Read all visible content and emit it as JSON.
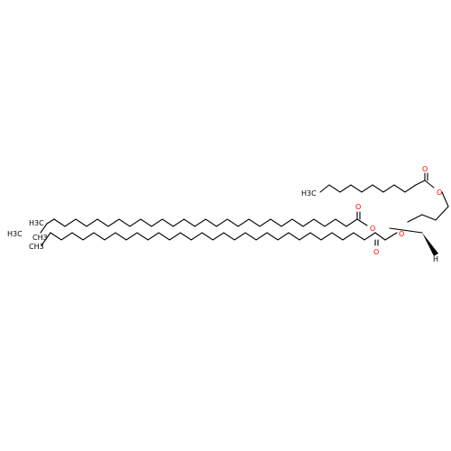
{
  "colors": {
    "carbon": "#000000",
    "oxygen": "#ff0000",
    "background": "#ffffff"
  },
  "labels": {
    "ch3_top": "H3C",
    "ch3_chain_a": "H3C",
    "ch3_chain_b": "CH3",
    "ch3_chain_c": "H3C",
    "ch3_chain_d": "CH3",
    "o_ester1_carbonyl": "O",
    "o_ester1_link": "O",
    "o_ester2_carbonyl": "O",
    "o_ester2_link": "O",
    "o_ester3_carbonyl": "O",
    "o_ester3_link": "O",
    "h_stereo": "H"
  }
}
